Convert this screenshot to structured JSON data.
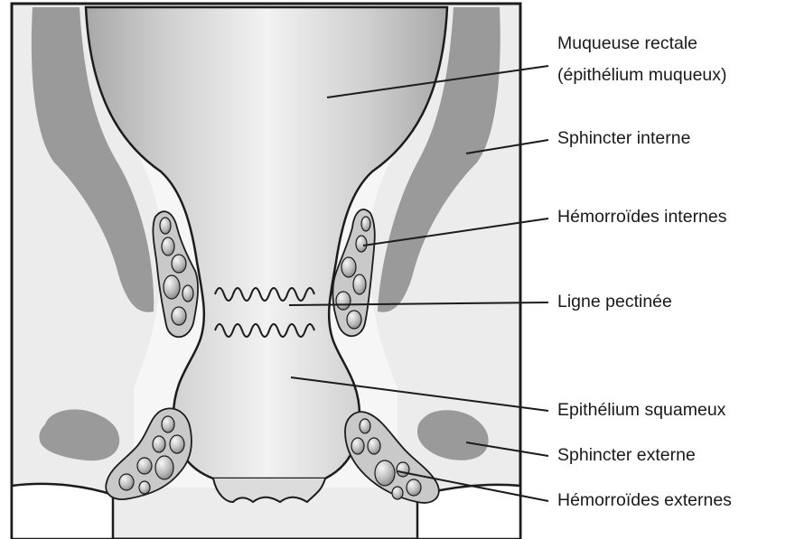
{
  "labels": {
    "rectal_mucosa_line1": "Muqueuse rectale",
    "rectal_mucosa_line2": "(épithélium muqueux)",
    "internal_sphincter": "Sphincter interne",
    "internal_hemorrhoids": "Hémorroïdes internes",
    "pectinate_line": "Ligne pectinée",
    "squamous_epithelium": "Epithélium squameux",
    "external_sphincter": "Sphincter externe",
    "external_hemorrhoids": "Hémorroïdes externes"
  },
  "colors": {
    "outline": "#1c1c1c",
    "tissue_background": "#ececec",
    "sphincter_gray": "#9a9a9a",
    "canal_light": "#e9e9e9",
    "canal_dark": "#a8a8a8",
    "vein_fill": "#c9c9c9"
  }
}
